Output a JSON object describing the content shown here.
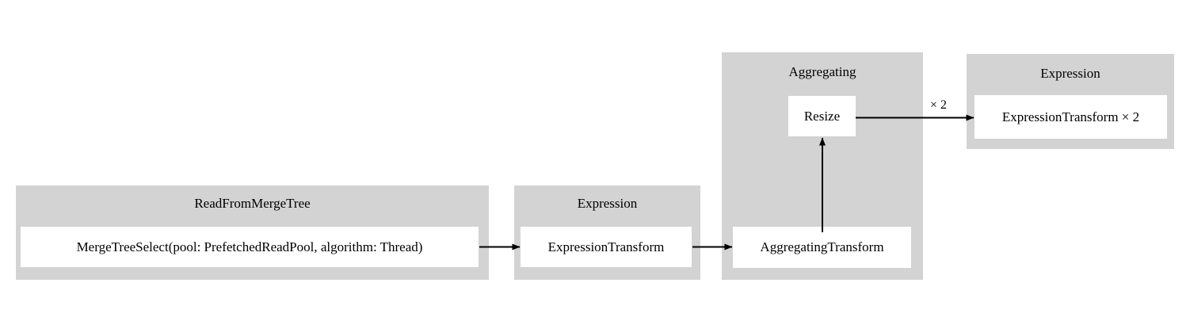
{
  "diagram": {
    "type": "pipeline-graph",
    "background_color": "#ffffff",
    "cluster_color": "#d3d3d3",
    "node_color": "#ffffff",
    "edge_color": "#000000",
    "clusters": [
      {
        "id": "read-from-merge-tree",
        "label": "ReadFromMergeTree",
        "nodes": [
          {
            "id": "merge-tree-select",
            "label": "MergeTreeSelect(pool: PrefetchedReadPool, algorithm: Thread)"
          }
        ]
      },
      {
        "id": "expression-1",
        "label": "Expression",
        "nodes": [
          {
            "id": "expression-transform-1",
            "label": "ExpressionTransform"
          }
        ]
      },
      {
        "id": "aggregating",
        "label": "Aggregating",
        "nodes": [
          {
            "id": "resize",
            "label": "Resize"
          },
          {
            "id": "aggregating-transform",
            "label": "AggregatingTransform"
          }
        ]
      },
      {
        "id": "expression-2",
        "label": "Expression",
        "nodes": [
          {
            "id": "expression-transform-2",
            "label": "ExpressionTransform × 2"
          }
        ]
      }
    ],
    "edges": [
      {
        "id": "edge-merge-to-expression",
        "from": "merge-tree-select",
        "to": "expression-transform-1",
        "label": ""
      },
      {
        "id": "edge-expression-to-aggregating",
        "from": "expression-transform-1",
        "to": "aggregating-transform",
        "label": ""
      },
      {
        "id": "edge-aggregating-to-resize",
        "from": "aggregating-transform",
        "to": "resize",
        "label": ""
      },
      {
        "id": "edge-resize-to-expression2",
        "from": "resize",
        "to": "expression-transform-2",
        "label": "× 2"
      }
    ]
  }
}
